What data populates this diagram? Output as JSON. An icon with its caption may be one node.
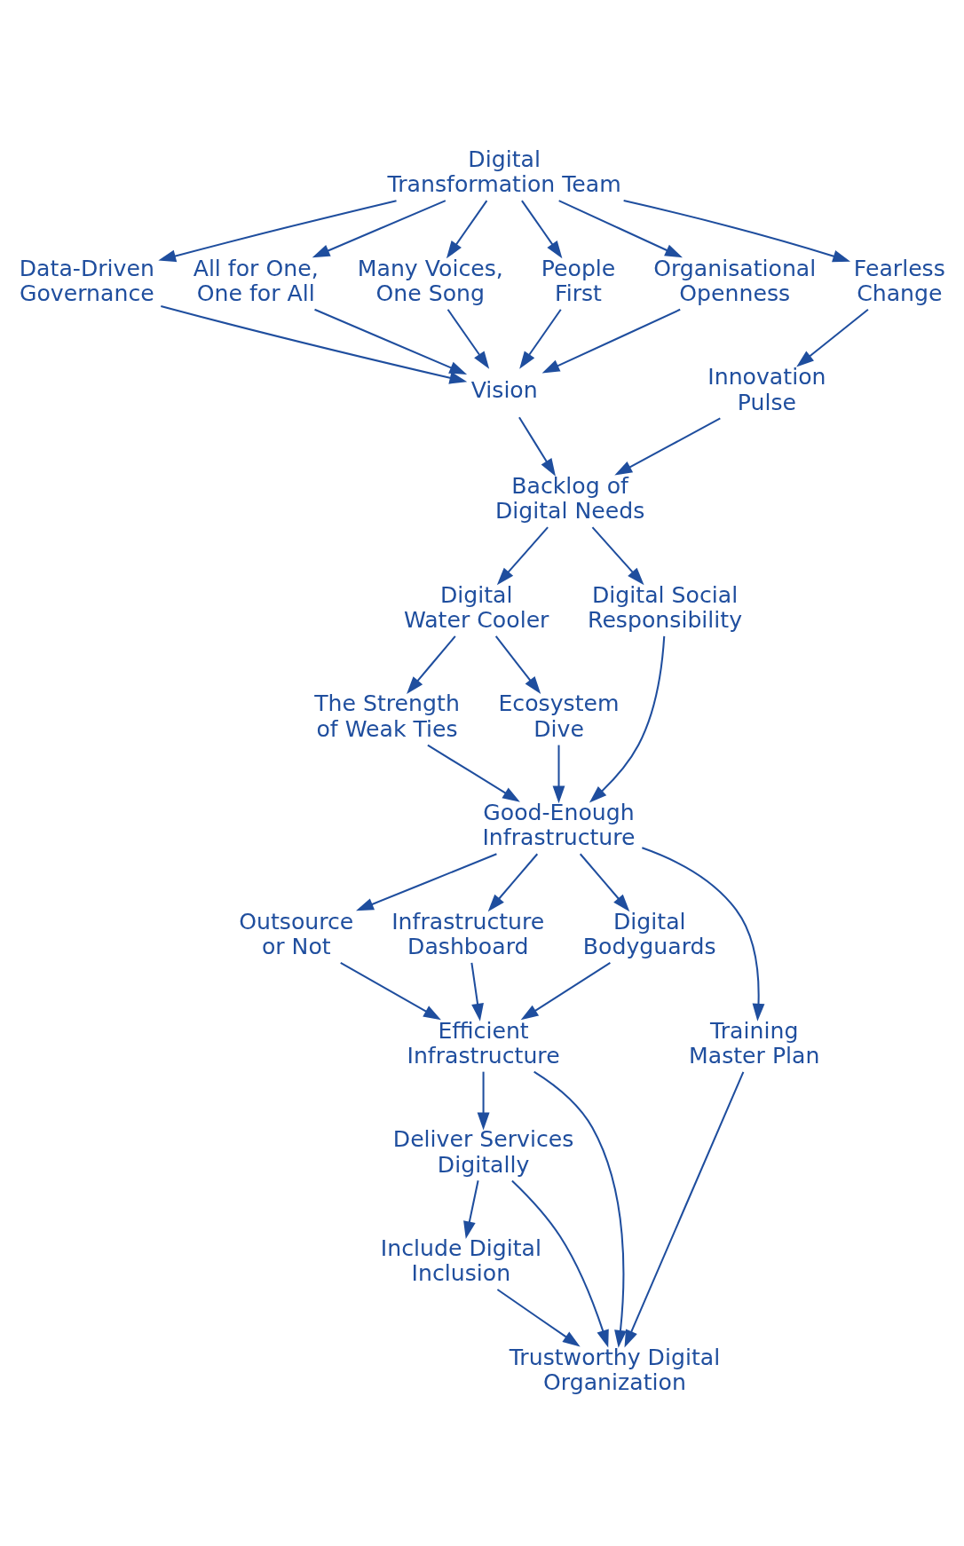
{
  "diagram": {
    "nodes": [
      {
        "text": [
          "Digital Transformation Team"
        ]
      },
      {
        "text": [
          "Data-Driven Governance"
        ]
      },
      {
        "text": [
          "All for One, One for All"
        ]
      },
      {
        "text": [
          "Many Voices, One Song"
        ]
      },
      {
        "text": [
          "People First"
        ]
      },
      {
        "text": [
          "Organisational Openness"
        ]
      },
      {
        "text": [
          "Fearless Change"
        ]
      },
      {
        "text": [
          "Vision"
        ]
      },
      {
        "text": [
          "Innovation Pulse"
        ]
      },
      {
        "text": [
          "Backlog of Digital Needs"
        ]
      },
      {
        "text": [
          "Digital Water Cooler"
        ]
      },
      {
        "text": [
          "Digital Social Responsibility"
        ]
      },
      {
        "text": [
          "The Strength of Weak Ties"
        ]
      },
      {
        "text": [
          "Ecosystem Dive"
        ]
      },
      {
        "text": [
          "Good-Enough Infrastructure"
        ]
      },
      {
        "text": [
          "Outsource or Not"
        ]
      },
      {
        "text": [
          "Infrastructure Dashboard"
        ]
      },
      {
        "text": [
          "Digital Bodyguards"
        ]
      },
      {
        "text": [
          "Training Master Plan"
        ]
      },
      {
        "text": [
          "Efficient Infrastructure"
        ]
      },
      {
        "text": [
          "Deliver Services Digitally"
        ]
      },
      {
        "text": [
          "Include Digital Inclusion"
        ]
      },
      {
        "text": [
          "Trustworthy Digital Organization"
        ]
      }
    ],
    "edges": [
      {
        "from": 0,
        "to": 1,
        "arrow": "to"
      },
      {
        "from": 0,
        "to": 2,
        "arrow": "to"
      },
      {
        "from": 0,
        "to": 3,
        "arrow": "to"
      },
      {
        "from": 0,
        "to": 4,
        "arrow": "to"
      },
      {
        "from": 0,
        "to": 5,
        "arrow": "to"
      },
      {
        "from": 0,
        "to": 6,
        "arrow": "to"
      },
      {
        "from": 1,
        "to": 7,
        "arrow": "to"
      },
      {
        "from": 2,
        "to": 7,
        "arrow": "to"
      },
      {
        "from": 3,
        "to": 7,
        "arrow": "to"
      },
      {
        "from": 4,
        "to": 7,
        "arrow": "to"
      },
      {
        "from": 5,
        "to": 7,
        "arrow": "to"
      },
      {
        "from": 6,
        "to": 8,
        "arrow": "to"
      },
      {
        "from": 7,
        "to": 9,
        "arrow": "to"
      },
      {
        "from": 8,
        "to": 9,
        "arrow": "to"
      },
      {
        "from": 9,
        "to": 10,
        "arrow": "to"
      },
      {
        "from": 9,
        "to": 11,
        "arrow": "to"
      },
      {
        "from": 10,
        "to": 12,
        "arrow": "to"
      },
      {
        "from": 10,
        "to": 13,
        "arrow": "to"
      },
      {
        "from": 12,
        "to": 14,
        "arrow": "to"
      },
      {
        "from": 13,
        "to": 14,
        "arrow": "to"
      },
      {
        "from": 11,
        "to": 14,
        "arrow": "to"
      },
      {
        "from": 14,
        "to": 15,
        "arrow": "to"
      },
      {
        "from": 14,
        "to": 16,
        "arrow": "to"
      },
      {
        "from": 14,
        "to": 17,
        "arrow": "to"
      },
      {
        "from": 14,
        "to": 18,
        "arrow": "to"
      },
      {
        "from": 15,
        "to": 19,
        "arrow": "to"
      },
      {
        "from": 16,
        "to": 19,
        "arrow": "to"
      },
      {
        "from": 17,
        "to": 19,
        "arrow": "to"
      },
      {
        "from": 19,
        "to": 20,
        "arrow": "to"
      },
      {
        "from": 19,
        "to": 22,
        "arrow": "to"
      },
      {
        "from": 18,
        "to": 22,
        "arrow": "to"
      },
      {
        "from": 20,
        "to": 21,
        "arrow": "to"
      },
      {
        "from": 20,
        "to": 22,
        "arrow": "to"
      },
      {
        "from": 21,
        "to": 22,
        "arrow": "to"
      }
    ]
  }
}
